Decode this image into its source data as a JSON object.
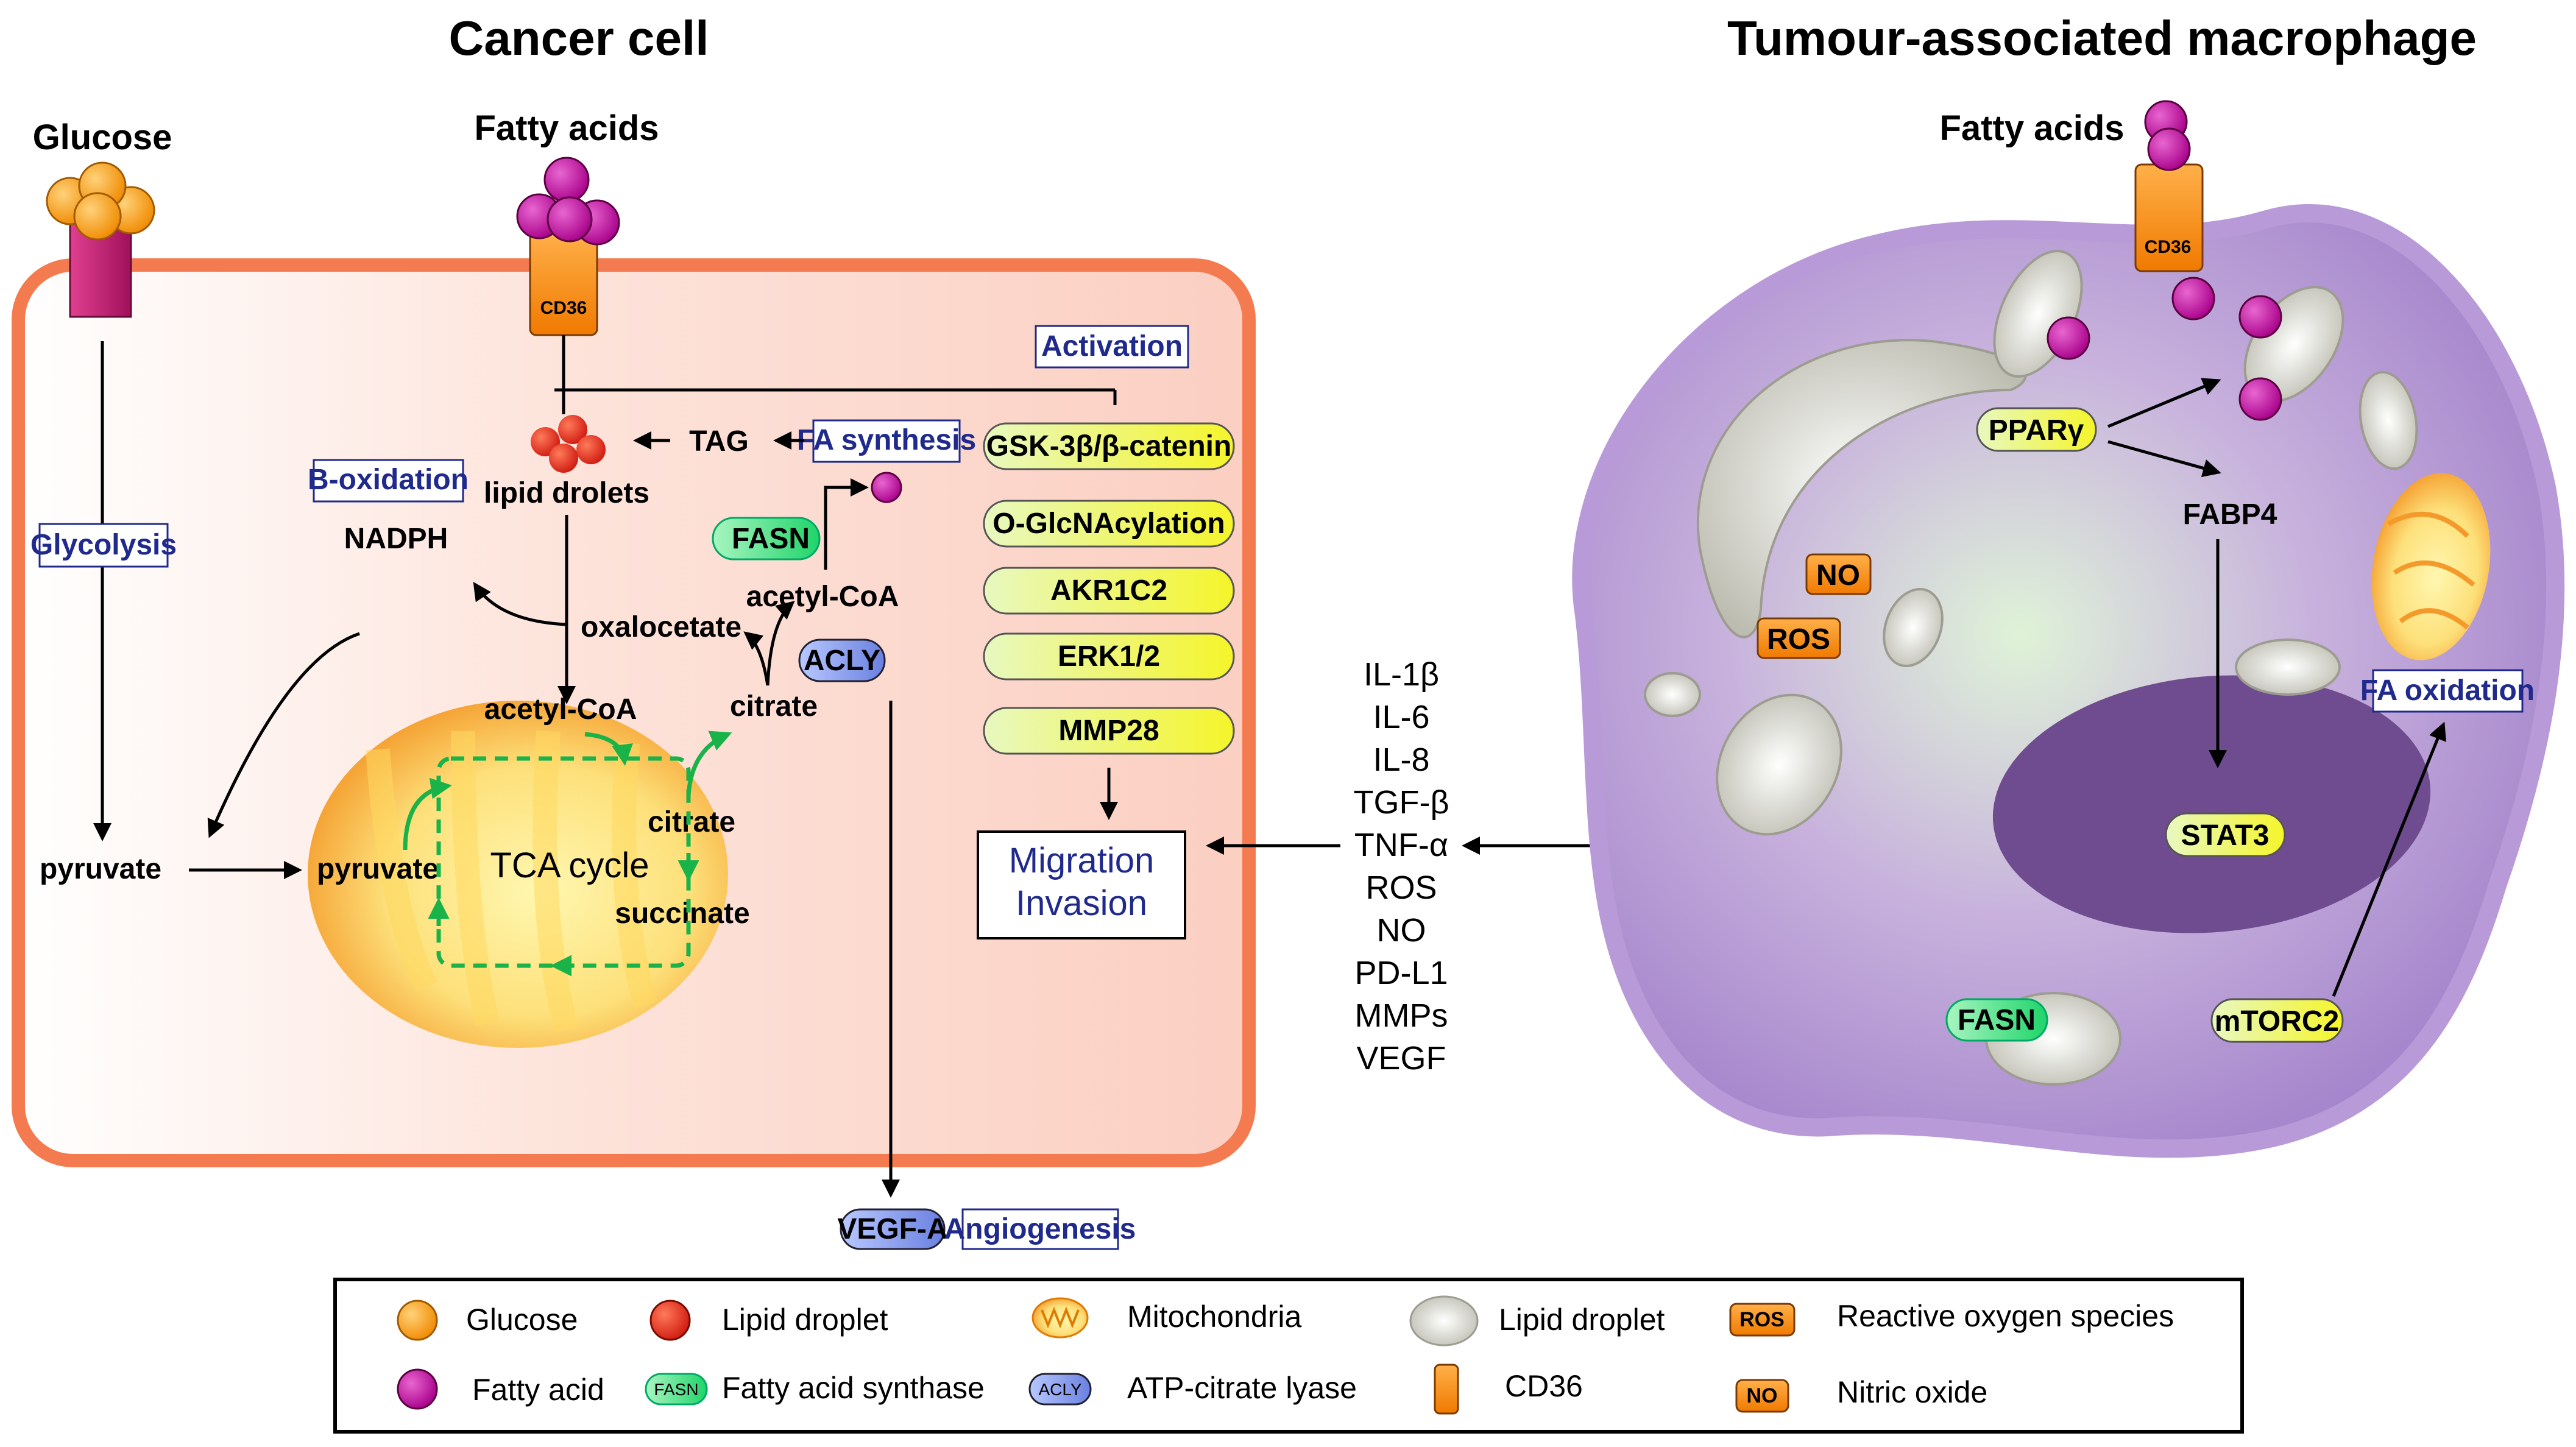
{
  "titles": {
    "cancer_cell": "Cancer cell",
    "macrophage": "Tumour-associated macrophage"
  },
  "cancer": {
    "glucose": "Glucose",
    "fatty_acids": "Fatty acids",
    "cd36": "CD36",
    "glycolysis": "Glycolysis",
    "pyruvate_out": "pyruvate",
    "pyruvate_in": "pyruvate",
    "tca": "TCA cycle",
    "acetylcoa_mito": "acetyl-CoA",
    "citrate_mito": "citrate",
    "succinate": "succinate",
    "citrate_cyto": "citrate",
    "oxalocetate": "oxalocetate",
    "acetylcoa_cyto": "acetyl-CoA",
    "acly": "ACLY",
    "fasn": "FASN",
    "fa_synthesis": "FA synthesis",
    "tag": "TAG",
    "lipid_drolets": "lipid drolets",
    "b_oxidation": "B-oxidation",
    "nadph": "NADPH",
    "activation": "Activation",
    "pathway_boxes": [
      "GSK-3β/β-catenin",
      "O-GlcNAcylation",
      "AKR1C2",
      "ERK1/2",
      "MMP28"
    ],
    "migration": "Migration",
    "invasion": "Invasion",
    "vegfa": "VEGF-A",
    "angiogenesis": "Angiogenesis"
  },
  "cytokines": [
    "IL-1β",
    "IL-6",
    "IL-8",
    "TGF-β",
    "TNF-α",
    "ROS",
    "NO",
    "PD-L1",
    "MMPs",
    "VEGF"
  ],
  "macrophage": {
    "fatty_acids": "Fatty acids",
    "cd36": "CD36",
    "ppar": "PPARγ",
    "fabp4": "FABP4",
    "no": "NO",
    "ros": "ROS",
    "fa_oxidation": "FA oxidation",
    "stat3": "STAT3",
    "fasn": "FASN",
    "mtorc2": "mTORC2"
  },
  "legend": {
    "items": [
      {
        "icon": "glucose-icon",
        "label": "Glucose"
      },
      {
        "icon": "lipid-droplet-red-icon",
        "label": "Lipid droplet"
      },
      {
        "icon": "mitochondria-icon",
        "label": "Mitochondria"
      },
      {
        "icon": "lipid-droplet-grey-icon",
        "label": "Lipid droplet"
      },
      {
        "icon": "ros-icon",
        "label": "Reactive oxygen species",
        "badge": "ROS"
      },
      {
        "icon": "fatty-acid-icon",
        "label": "Fatty acid"
      },
      {
        "icon": "fasn-icon",
        "label": "Fatty acid synthase",
        "badge": "FASN"
      },
      {
        "icon": "acly-icon",
        "label": "ATP-citrate lyase",
        "badge": "ACLY"
      },
      {
        "icon": "cd36-icon",
        "label": "CD36"
      },
      {
        "icon": "no-icon",
        "label": "Nitric oxide",
        "badge": "NO"
      }
    ]
  },
  "colors": {
    "cell_border": "#f47b4f",
    "cell_fill": "#fbd9cf",
    "magenta": "#c0109a",
    "glucose_orange": "#f7a21b",
    "green_arrow": "#19b34a",
    "label_blue": "#1f2a8c",
    "macrophage_purple": "#9a7bc4",
    "nucleus": "#6f4c8f",
    "yellow_box": "#f5f52a",
    "green_box": "#2ee07a",
    "acly_blue": "#7f95e6"
  }
}
